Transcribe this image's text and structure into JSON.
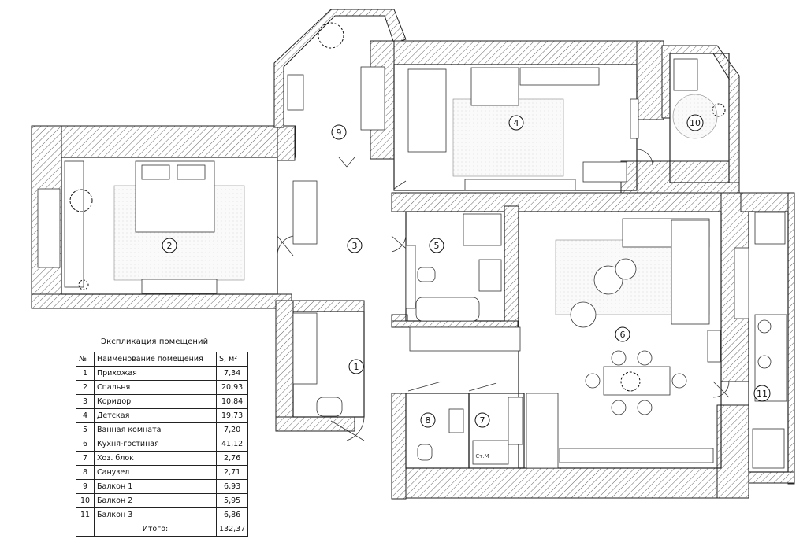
{
  "rooms": [
    {
      "no": "1",
      "name": "Прихожая",
      "area": "7,34"
    },
    {
      "no": "2",
      "name": "Спальня",
      "area": "20,93"
    },
    {
      "no": "3",
      "name": "Коридор",
      "area": "10,84"
    },
    {
      "no": "4",
      "name": "Детская",
      "area": "19,73"
    },
    {
      "no": "5",
      "name": "Ванная комната",
      "area": "7,20"
    },
    {
      "no": "6",
      "name": "Кухня-гостиная",
      "area": "41,12"
    },
    {
      "no": "7",
      "name": "Хоз. блок",
      "area": "2,76"
    },
    {
      "no": "8",
      "name": "Санузел",
      "area": "2,71"
    },
    {
      "no": "9",
      "name": "Балкон 1",
      "area": "6,93"
    },
    {
      "no": "10",
      "name": "Балкон 2",
      "area": "5,95"
    },
    {
      "no": "11",
      "name": "Балкон 3",
      "area": "6,86"
    }
  ],
  "legend": {
    "title": "Экспликация помещений",
    "col_no": "№",
    "col_name": "Наименование помещения",
    "col_area": "S, м²",
    "total_label": "Итого:",
    "total_value": "132,37"
  },
  "fixture_label": "Ст.М",
  "colors": {
    "wall_hatch": "#555555",
    "line": "#222222",
    "rug": "#f0f0f0"
  }
}
